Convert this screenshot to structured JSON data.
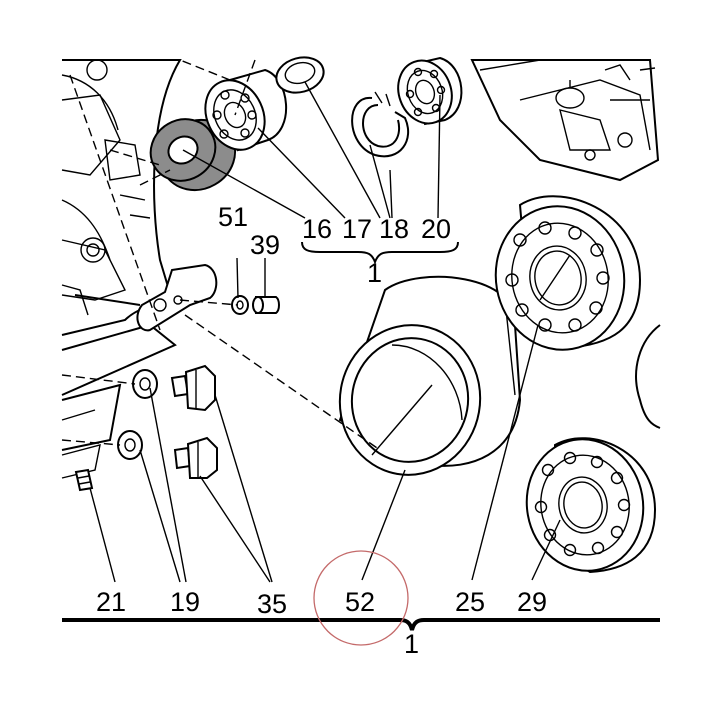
{
  "callouts": {
    "c16": "16",
    "c17": "17",
    "c18": "18",
    "c20": "20",
    "c51": "51",
    "c39": "39",
    "c21": "21",
    "c19": "19",
    "c35": "35",
    "c52": "52",
    "c25": "25",
    "c29": "29",
    "group_top": "1",
    "group_bottom": "1"
  },
  "colors": {
    "line": "#000000",
    "seal_fill": "#8c8c8c",
    "highlight_circle": "#c46a6a"
  },
  "icons": {
    "highlight": "circle-highlight-icon",
    "brace": "curly-brace-icon"
  }
}
